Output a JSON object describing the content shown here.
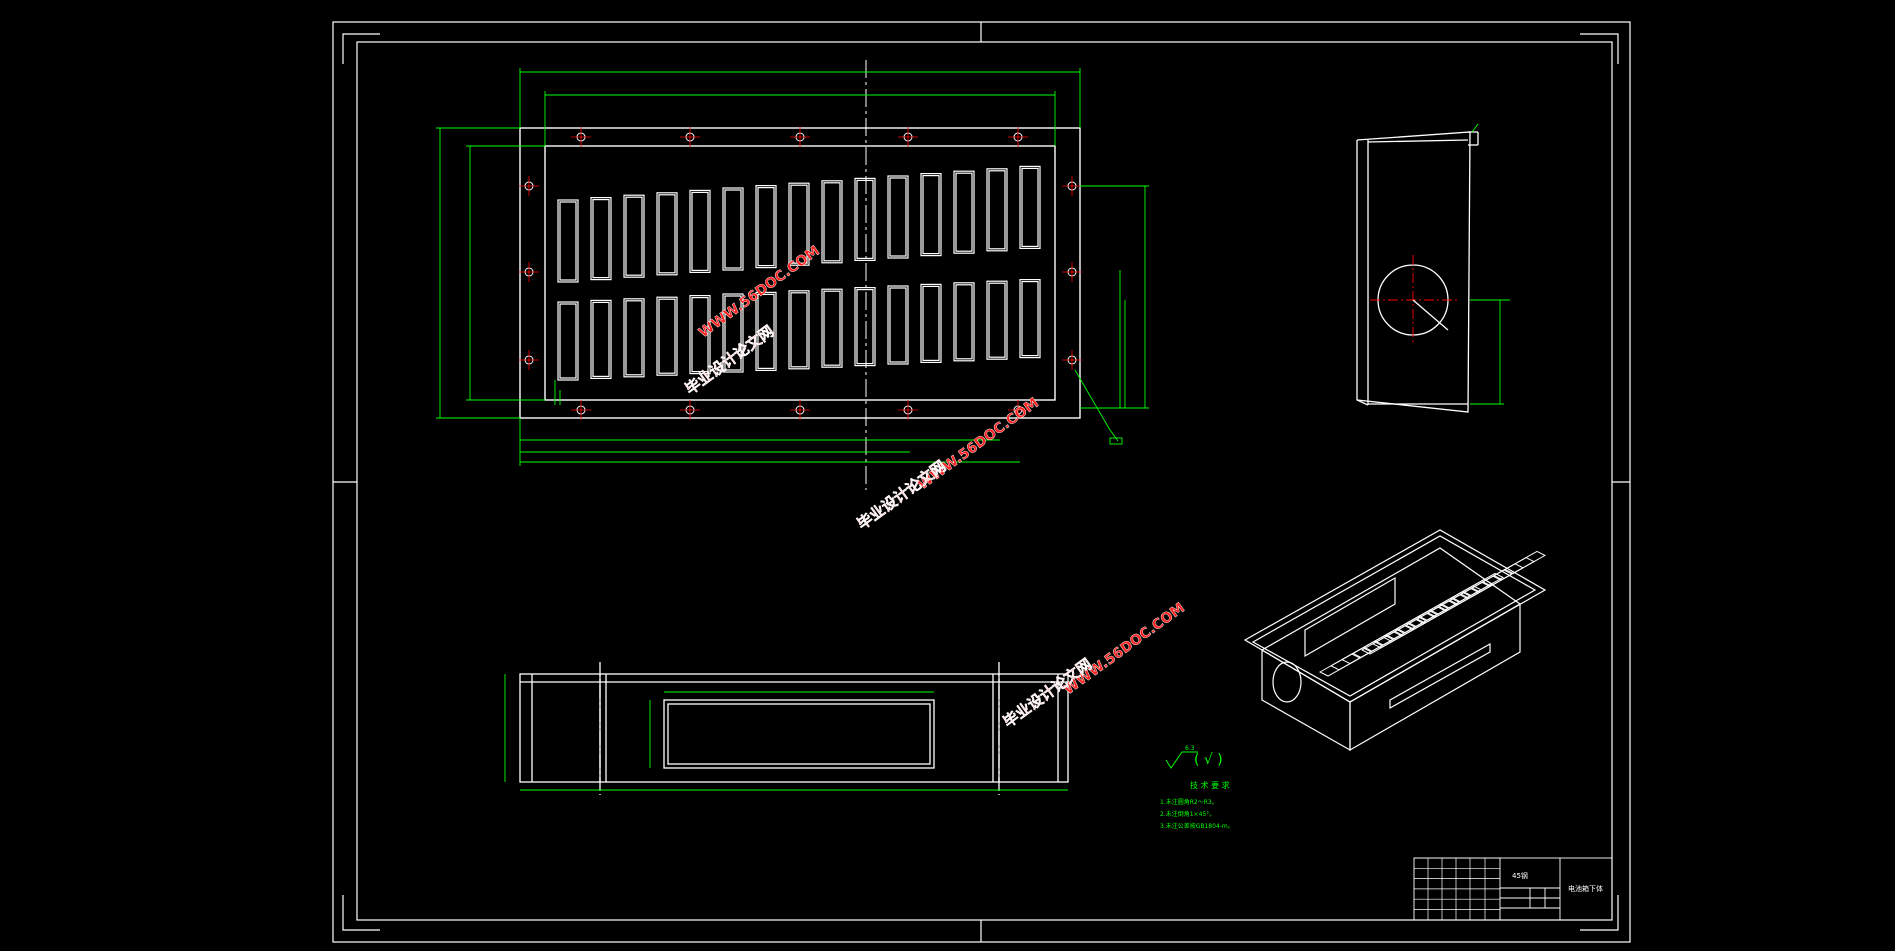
{
  "colors": {
    "background": "#000000",
    "outline": "#ffffff",
    "dimension": "#00ff00",
    "centerline": "#ff0000",
    "watermark": "#ff2020",
    "notes": "#00ff00"
  },
  "watermark": {
    "site": "WWW.56DOC.COM",
    "cn": "毕业设计论文网"
  },
  "surface_finish": {
    "symbol_value": "6.3",
    "bracket": "( √ )"
  },
  "tech_requirements": {
    "title": "技 术 要 求",
    "items": [
      "1.未注圆角R2～R3。",
      "2.未注倒角1×45°。",
      "3.未注公差按GB1804-m。"
    ]
  },
  "title_block": {
    "material": "45钢",
    "part_name": "电池箱下体"
  }
}
